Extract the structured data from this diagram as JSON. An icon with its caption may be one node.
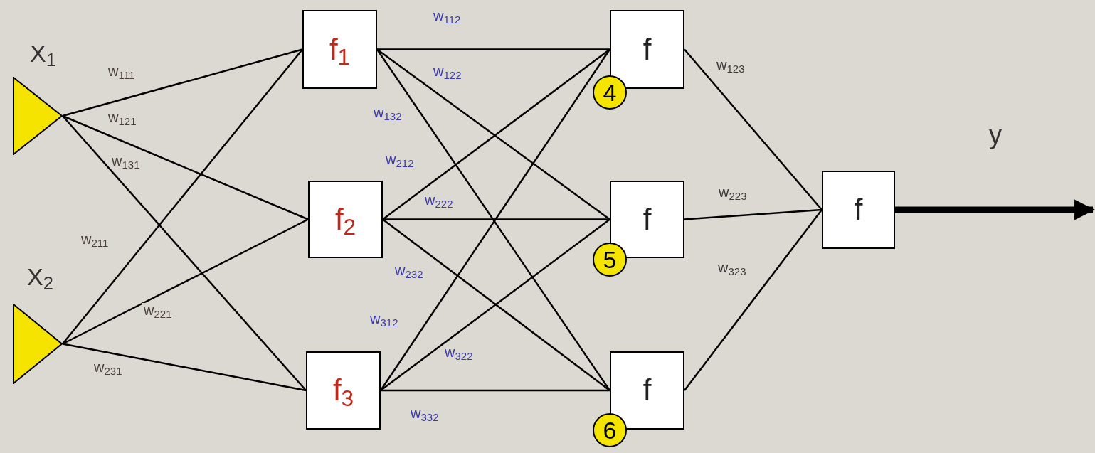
{
  "diagram": {
    "nodes": [
      {
        "text": [],
        "shape": "triangle",
        "beside": [
          "X$_{1}$"
        ]
      },
      {
        "text": [],
        "shape": "triangle",
        "beside": [
          "X$_{2}$"
        ]
      },
      {
        "text": [
          "f$_{1}$"
        ]
      },
      {
        "text": [
          "f$_{2}$"
        ]
      },
      {
        "text": [
          "f$_{3}$"
        ]
      },
      {
        "text": [
          "f"
        ]
      },
      {
        "text": [
          "4"
        ]
      },
      {
        "text": [
          "f"
        ]
      },
      {
        "text": [
          "5"
        ]
      },
      {
        "text": [
          "f"
        ]
      },
      {
        "text": [
          "6"
        ]
      },
      {
        "text": [
          "f"
        ]
      }
    ],
    "edges": [
      {
        "from": 0,
        "to": 2,
        "arrow": "none",
        "label": "w$_{111}$"
      },
      {
        "from": 0,
        "to": 3,
        "arrow": "none",
        "label": "w$_{121}$"
      },
      {
        "from": 0,
        "to": 4,
        "arrow": "none",
        "label": "w$_{131}$"
      },
      {
        "from": 1,
        "to": 2,
        "arrow": "none",
        "label": "w$_{211}$"
      },
      {
        "from": 1,
        "to": 3,
        "arrow": "none",
        "label": "w$_{221}$"
      },
      {
        "from": 1,
        "to": 4,
        "arrow": "none",
        "label": "w$_{231}$"
      },
      {
        "from": 2,
        "to": 5,
        "arrow": "none",
        "label": "w$_{112}$"
      },
      {
        "from": 2,
        "to": 7,
        "arrow": "none",
        "label": "w$_{122}$"
      },
      {
        "from": 2,
        "to": 9,
        "arrow": "none",
        "label": "w$_{132}$"
      },
      {
        "from": 3,
        "to": 5,
        "arrow": "none",
        "label": "w$_{212}$"
      },
      {
        "from": 3,
        "to": 7,
        "arrow": "none",
        "label": "w$_{222}$"
      },
      {
        "from": 3,
        "to": 9,
        "arrow": "none",
        "label": "w$_{232}$"
      },
      {
        "from": 4,
        "to": 5,
        "arrow": "none",
        "label": "w$_{312}$"
      },
      {
        "from": 4,
        "to": 7,
        "arrow": "none",
        "label": "w$_{322}$"
      },
      {
        "from": 4,
        "to": 9,
        "arrow": "none",
        "label": "w$_{332}$"
      },
      {
        "from": 5,
        "to": 11,
        "arrow": "none",
        "label": "w$_{123}$"
      },
      {
        "from": 7,
        "to": 11,
        "arrow": "none",
        "label": "w$_{223}$"
      },
      {
        "from": 9,
        "to": 11,
        "arrow": "none",
        "label": "w$_{323}$"
      },
      {
        "from": 11,
        "to": null,
        "arrow": "to",
        "style": "thick"
      }
    ],
    "labels": [
      "y"
    ]
  }
}
